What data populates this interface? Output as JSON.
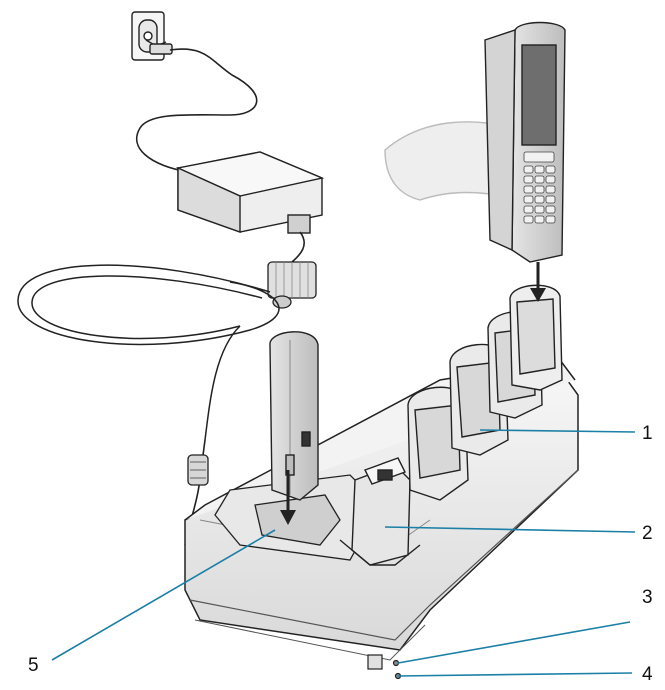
{
  "diagram": {
    "callouts": [
      {
        "id": "c1",
        "label": "1"
      },
      {
        "id": "c2",
        "label": "2"
      },
      {
        "id": "c3",
        "label": "3"
      },
      {
        "id": "c4",
        "label": "4"
      },
      {
        "id": "c5",
        "label": "5"
      }
    ],
    "leader_color": "#1b7fa6",
    "line_art_color": "#222222",
    "fill_light": "#f4f4f4",
    "fill_mid": "#e6e6e6",
    "fill_dark": "#cfcfcf"
  }
}
